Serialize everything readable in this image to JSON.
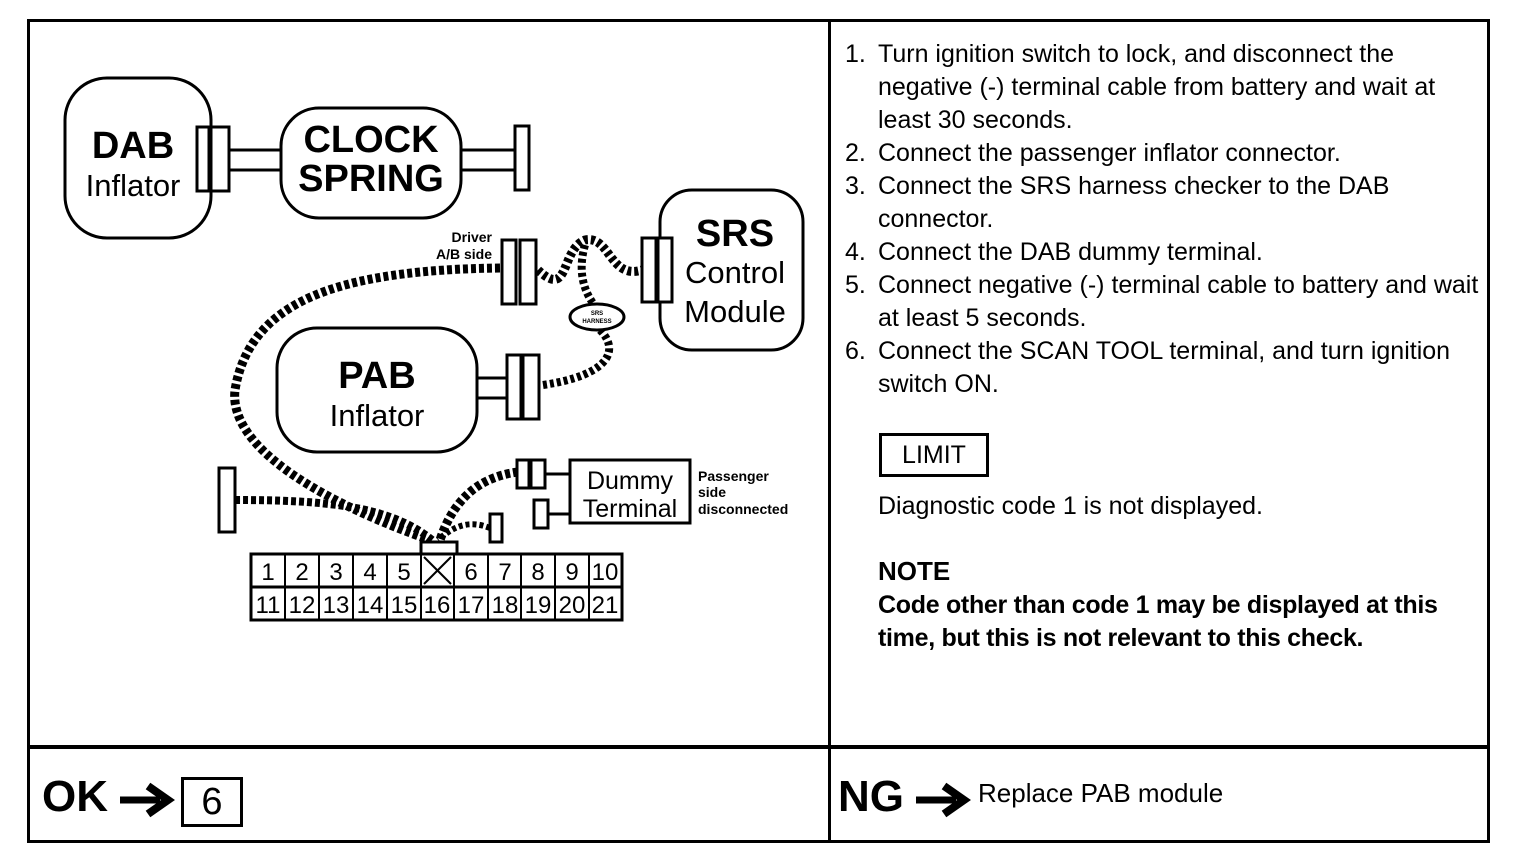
{
  "diagram": {
    "dab": {
      "title": "DAB",
      "sub": "Inflator"
    },
    "clock_spring": {
      "line1": "CLOCK",
      "line2": "SPRING"
    },
    "srs": {
      "title": "SRS",
      "line2": "Control",
      "line3": "Module"
    },
    "pab": {
      "title": "PAB",
      "sub": "Inflator"
    },
    "driver_label": {
      "line1": "Driver",
      "line2": "A/B side"
    },
    "harness_label": {
      "line1": "SRS",
      "line2": "HARNESS"
    },
    "dummy": {
      "line1": "Dummy",
      "line2": "Terminal"
    },
    "passenger_label": {
      "line1": "Passenger",
      "line2": "side",
      "line3": "disconnected"
    },
    "connector_row1": [
      "1",
      "2",
      "3",
      "4",
      "5",
      "",
      "6",
      "7",
      "8",
      "9",
      "10"
    ],
    "connector_row2": [
      "11",
      "12",
      "13",
      "14",
      "15",
      "16",
      "17",
      "18",
      "19",
      "20",
      "21"
    ]
  },
  "steps": [
    {
      "num": "1.",
      "text": "Turn ignition switch to lock, and disconnect the negative (-) terminal cable from battery and wait at least 30 seconds."
    },
    {
      "num": "2.",
      "text": "Connect the passenger inflator connector."
    },
    {
      "num": "3.",
      "text": "Connect the SRS harness checker to the DAB connector."
    },
    {
      "num": "4.",
      "text": "Connect the DAB dummy terminal."
    },
    {
      "num": "5.",
      "text": "Connect negative (-) terminal cable to battery and wait at least 5 seconds."
    },
    {
      "num": "6.",
      "text": "Connect the SCAN TOOL terminal, and turn ignition switch ON."
    }
  ],
  "limit": {
    "label": "LIMIT",
    "text": "Diagnostic code 1 is not displayed."
  },
  "note": {
    "heading": "NOTE",
    "body": "Code other than code 1 may be displayed at this time, but this is not relevant to this check."
  },
  "footer": {
    "ok_label": "OK",
    "ok_target": "6",
    "ng_label": "NG",
    "ng_text": "Replace PAB module"
  },
  "icons": {
    "ok_arrow": "right-arrow-icon",
    "ng_arrow": "right-arrow-icon"
  }
}
